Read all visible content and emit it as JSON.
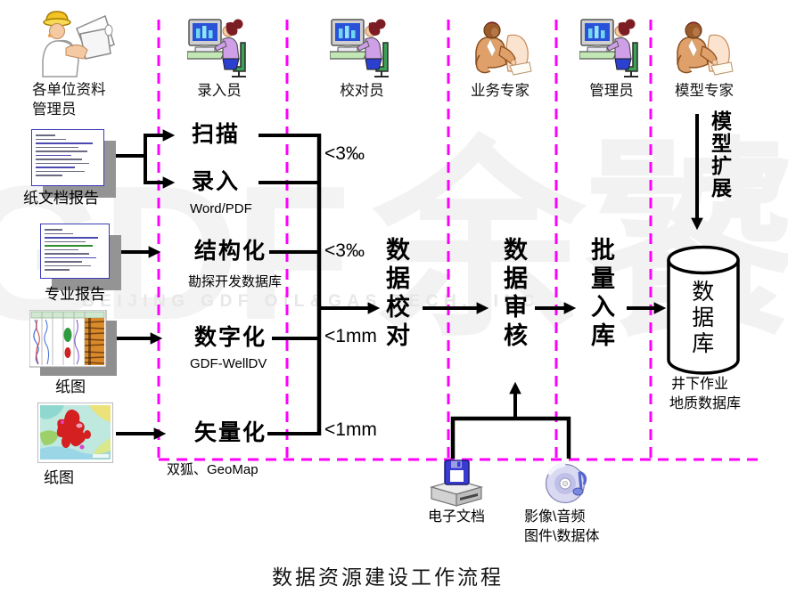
{
  "caption": "数据资源建设工作流程",
  "watermark": {
    "brand": "GDF",
    "cjk": "余饕猕",
    "line": "BEIJING GDF OIL&GAS TECH., INC"
  },
  "roles": [
    {
      "label_line1": "各单位资料",
      "label_line2": "管理员",
      "icon": "engineer-reading-icon"
    },
    {
      "label": "录入员",
      "icon": "data-entry-operator-icon"
    },
    {
      "label": "校对员",
      "icon": "proofreader-icon"
    },
    {
      "label": "业务专家",
      "icon": "business-expert-icon"
    },
    {
      "label": "管理员",
      "icon": "administrator-icon"
    },
    {
      "label": "模型专家",
      "icon": "model-expert-icon"
    }
  ],
  "sources": [
    {
      "label": "纸文档报告",
      "kind": "paper-document"
    },
    {
      "label": "专业报告",
      "kind": "paper-document"
    },
    {
      "label": "纸图",
      "kind": "well-log-chart"
    },
    {
      "label": "纸图",
      "kind": "geologic-map"
    }
  ],
  "processes": [
    {
      "label": "扫描",
      "tool": ""
    },
    {
      "label": "录入",
      "tool": "Word/PDF"
    },
    {
      "label": "结构化",
      "tool": "勘探开发数据库"
    },
    {
      "label": "数字化",
      "tool": "GDF-WellDV"
    },
    {
      "label": "矢量化",
      "tool": "双狐、GeoMap"
    }
  ],
  "tolerances": [
    "<3‰",
    "<3‰",
    "<1mm",
    "<1mm"
  ],
  "stages": [
    {
      "label": "数据校对"
    },
    {
      "label": "数据审核"
    },
    {
      "label": "批量入库"
    }
  ],
  "model_extension_label": "模型扩展",
  "database": {
    "label": "数据库",
    "sublabel_line1": "井下作业",
    "sublabel_line2": "地质数据库"
  },
  "digital_sources": [
    {
      "label_line1": "电子文档",
      "icon": "electronic-document-icon"
    },
    {
      "label_line1": "影像\\音频",
      "label_line2": "图件\\数据体",
      "icon": "media-cd-icon"
    }
  ],
  "colors": {
    "lane_divider": "#ff00ff",
    "flow_line": "#000000"
  }
}
